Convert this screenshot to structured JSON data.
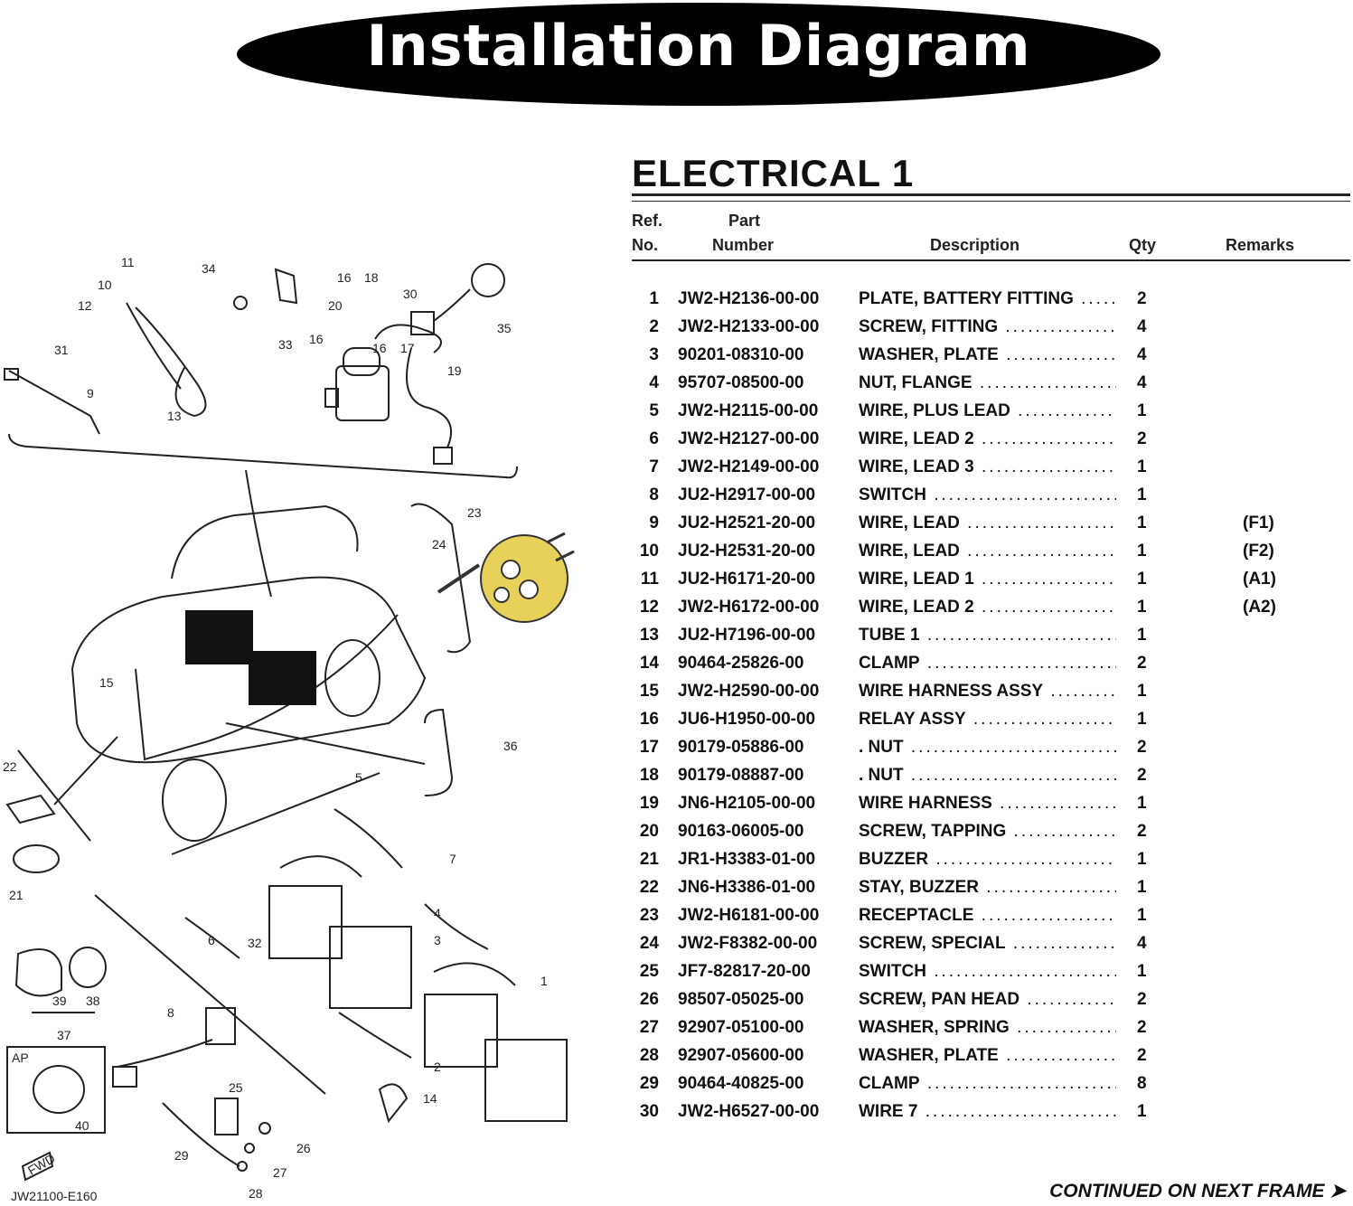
{
  "banner": {
    "title": "Installation Diagram"
  },
  "diagram": {
    "code": "JW21100-E160",
    "fwd_label": "FWD",
    "ap_label": "AP",
    "callouts": [
      "1",
      "2",
      "3",
      "4",
      "5",
      "6",
      "7",
      "8",
      "9",
      "10",
      "11",
      "12",
      "13",
      "14",
      "15",
      "16",
      "16",
      "17",
      "16",
      "18",
      "19",
      "20",
      "21",
      "22",
      "23",
      "24",
      "25",
      "26",
      "27",
      "28",
      "29",
      "30",
      "31",
      "32",
      "33",
      "34",
      "35",
      "36",
      "37",
      "38",
      "39",
      "40"
    ]
  },
  "table": {
    "section_title": "ELECTRICAL 1",
    "headers": {
      "ref_top": "Ref.",
      "ref_bottom": "No.",
      "part_top": "Part",
      "part_bottom": "Number",
      "description": "Description",
      "qty": "Qty",
      "remarks": "Remarks"
    },
    "rows": [
      {
        "no": "1",
        "part": "JW2-H2136-00-00",
        "desc": "PLATE, BATTERY FITTING",
        "qty": "2",
        "remarks": ""
      },
      {
        "no": "2",
        "part": "JW2-H2133-00-00",
        "desc": "SCREW, FITTING",
        "qty": "4",
        "remarks": ""
      },
      {
        "no": "3",
        "part": "90201-08310-00",
        "desc": "WASHER, PLATE",
        "qty": "4",
        "remarks": ""
      },
      {
        "no": "4",
        "part": "95707-08500-00",
        "desc": "NUT, FLANGE",
        "qty": "4",
        "remarks": ""
      },
      {
        "no": "5",
        "part": "JW2-H2115-00-00",
        "desc": "WIRE, PLUS LEAD",
        "qty": "1",
        "remarks": ""
      },
      {
        "no": "6",
        "part": "JW2-H2127-00-00",
        "desc": "WIRE, LEAD 2",
        "qty": "2",
        "remarks": ""
      },
      {
        "no": "7",
        "part": "JW2-H2149-00-00",
        "desc": "WIRE, LEAD 3",
        "qty": "1",
        "remarks": ""
      },
      {
        "no": "8",
        "part": "JU2-H2917-00-00",
        "desc": "SWITCH",
        "qty": "1",
        "remarks": ""
      },
      {
        "no": "9",
        "part": "JU2-H2521-20-00",
        "desc": "WIRE, LEAD",
        "qty": "1",
        "remarks": "(F1)"
      },
      {
        "no": "10",
        "part": "JU2-H2531-20-00",
        "desc": "WIRE, LEAD",
        "qty": "1",
        "remarks": "(F2)"
      },
      {
        "no": "11",
        "part": "JU2-H6171-20-00",
        "desc": "WIRE, LEAD 1",
        "qty": "1",
        "remarks": "(A1)"
      },
      {
        "no": "12",
        "part": "JW2-H6172-00-00",
        "desc": "WIRE, LEAD 2",
        "qty": "1",
        "remarks": "(A2)"
      },
      {
        "no": "13",
        "part": "JU2-H7196-00-00",
        "desc": "TUBE 1",
        "qty": "1",
        "remarks": ""
      },
      {
        "no": "14",
        "part": "90464-25826-00",
        "desc": "CLAMP",
        "qty": "2",
        "remarks": ""
      },
      {
        "no": "15",
        "part": "JW2-H2590-00-00",
        "desc": "WIRE HARNESS ASSY",
        "qty": "1",
        "remarks": ""
      },
      {
        "no": "16",
        "part": "JU6-H1950-00-00",
        "desc": "RELAY ASSY",
        "qty": "1",
        "remarks": ""
      },
      {
        "no": "17",
        "part": "90179-05886-00",
        "desc": ". NUT",
        "qty": "2",
        "remarks": ""
      },
      {
        "no": "18",
        "part": "90179-08887-00",
        "desc": ". NUT",
        "qty": "2",
        "remarks": ""
      },
      {
        "no": "19",
        "part": "JN6-H2105-00-00",
        "desc": "WIRE HARNESS",
        "qty": "1",
        "remarks": ""
      },
      {
        "no": "20",
        "part": "90163-06005-00",
        "desc": "SCREW, TAPPING",
        "qty": "2",
        "remarks": ""
      },
      {
        "no": "21",
        "part": "JR1-H3383-01-00",
        "desc": "BUZZER",
        "qty": "1",
        "remarks": ""
      },
      {
        "no": "22",
        "part": "JN6-H3386-01-00",
        "desc": "STAY, BUZZER",
        "qty": "1",
        "remarks": ""
      },
      {
        "no": "23",
        "part": "JW2-H6181-00-00",
        "desc": "RECEPTACLE",
        "qty": "1",
        "remarks": ""
      },
      {
        "no": "24",
        "part": "JW2-F8382-00-00",
        "desc": "SCREW, SPECIAL",
        "qty": "4",
        "remarks": ""
      },
      {
        "no": "25",
        "part": "JF7-82817-20-00",
        "desc": "SWITCH",
        "qty": "1",
        "remarks": ""
      },
      {
        "no": "26",
        "part": "98507-05025-00",
        "desc": "SCREW, PAN HEAD",
        "qty": "2",
        "remarks": ""
      },
      {
        "no": "27",
        "part": "92907-05100-00",
        "desc": "WASHER, SPRING",
        "qty": "2",
        "remarks": ""
      },
      {
        "no": "28",
        "part": "92907-05600-00",
        "desc": "WASHER, PLATE",
        "qty": "2",
        "remarks": ""
      },
      {
        "no": "29",
        "part": "90464-40825-00",
        "desc": "CLAMP",
        "qty": "8",
        "remarks": ""
      },
      {
        "no": "30",
        "part": "JW2-H6527-00-00",
        "desc": "WIRE 7",
        "qty": "1",
        "remarks": ""
      }
    ],
    "footer": "CONTINUED ON NEXT FRAME ➤"
  },
  "colors": {
    "banner": "#000000",
    "highlight": "#e8d15a",
    "ink": "#222222"
  }
}
